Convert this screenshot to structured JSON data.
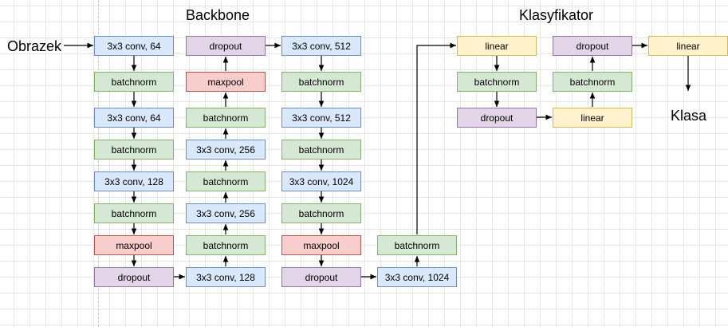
{
  "titles": {
    "backbone": "Backbone",
    "classifier": "Klasyfikator"
  },
  "input_label": "Obrazek",
  "output_label": "Klasa",
  "colors": {
    "conv_fill": "#dae8fc",
    "conv_stroke": "#6c8ebf",
    "batchnorm_fill": "#d5e8d4",
    "batchnorm_stroke": "#82b366",
    "maxpool_fill": "#f8cecc",
    "maxpool_stroke": "#b85450",
    "dropout_fill": "#e1d5e7",
    "dropout_stroke": "#9673a6",
    "linear_fill": "#fff2cc",
    "linear_stroke": "#d6b656"
  },
  "column1": [
    "3x3 conv, 64",
    "batchnorm",
    "3x3 conv, 64",
    "batchnorm",
    "3x3 conv, 128",
    "batchnorm",
    "maxpool",
    "dropout"
  ],
  "column2": [
    "dropout",
    "maxpool",
    "batchnorm",
    "3x3 conv, 256",
    "batchnorm",
    "3x3 conv, 256",
    "batchnorm",
    "3x3 conv, 128"
  ],
  "column3": [
    "3x3 conv, 512",
    "batchnorm",
    "3x3 conv, 512",
    "batchnorm",
    "3x3 conv, 1024",
    "batchnorm",
    "maxpool",
    "dropout"
  ],
  "column4": [
    "batchnorm",
    "3x3 conv, 1024"
  ],
  "classifier_left": [
    "linear",
    "batchnorm",
    "dropout"
  ],
  "classifier_mid": [
    "dropout",
    "batchnorm",
    "linear"
  ],
  "classifier_right": [
    "linear"
  ]
}
